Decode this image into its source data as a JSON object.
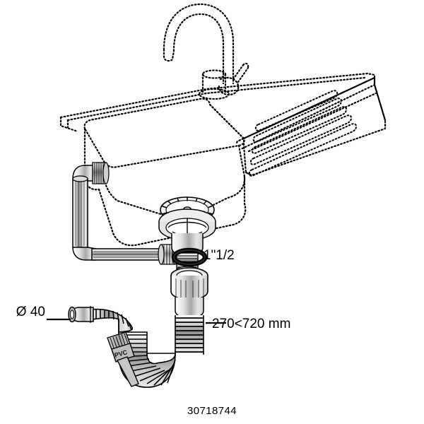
{
  "document": {
    "title": "Kitchen sink waste and overflow kit exploded assembly drawing",
    "part_number": "30718744",
    "background_color": "#ffffff",
    "line_color": "#000000",
    "shade_color": "#b8b8b8"
  },
  "annotations": {
    "thread_size": "1\"1/2",
    "outlet_diameter": "Ø 40",
    "pipe_length_range": "270<720 mm",
    "pvc_tag": "PVC"
  },
  "components": [
    {
      "name": "mixer-tap",
      "style": "dotted",
      "label": "Gooseneck mixer tap with side lever"
    },
    {
      "name": "sink-bowl",
      "style": "dotted",
      "label": "Single bowl sink"
    },
    {
      "name": "drainboard",
      "style": "dotted",
      "label": "Drainboard with 5 drainage grooves"
    },
    {
      "name": "overflow-pipe",
      "style": "solid",
      "label": "L-shaped overflow tube"
    },
    {
      "name": "basket-strainer",
      "style": "solid",
      "label": "Basket strainer waste with slotted grate"
    },
    {
      "name": "sealing-washer",
      "style": "solid",
      "label": "Rubber sealing washer"
    },
    {
      "name": "coupling-nut",
      "style": "solid",
      "label": "Threaded coupling nut 1\"1/2"
    },
    {
      "name": "flexible-waste-pipe",
      "style": "solid",
      "label": "Corrugated extendable waste pipe, U-bend trap"
    },
    {
      "name": "outlet-connector",
      "style": "solid",
      "label": "Smooth outlet spigot Ø 40"
    },
    {
      "name": "glue-brush",
      "style": "solid",
      "label": "PVC solvent cement brush"
    }
  ]
}
